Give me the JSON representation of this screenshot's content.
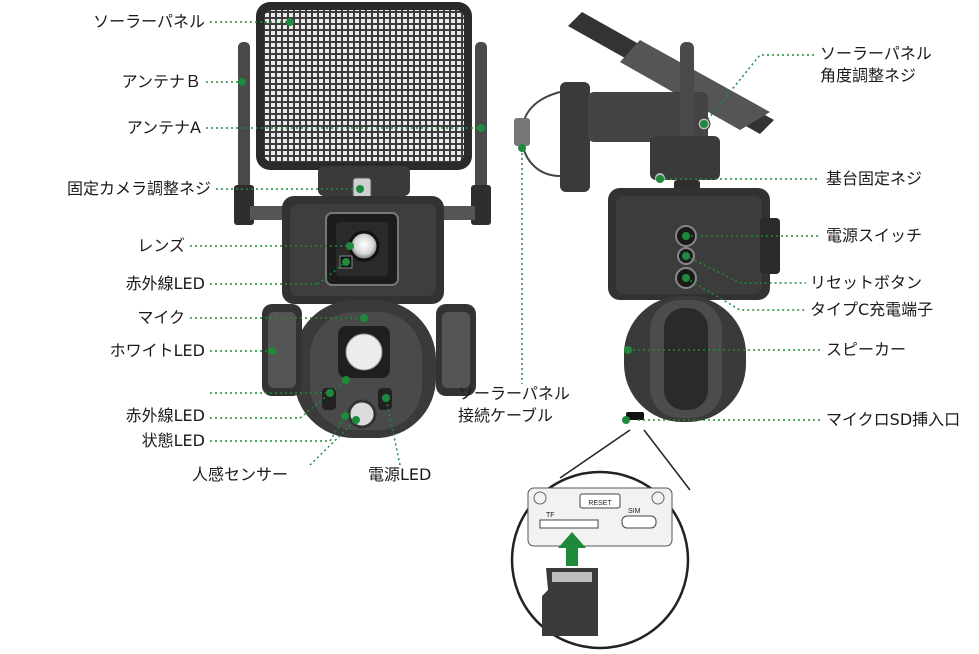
{
  "colors": {
    "leader": "#1e8a3c",
    "body": "#3a3a3a",
    "body_dark": "#1c1c1c",
    "accent": "#1e8a3c"
  },
  "left_labels": [
    "ソーラーパネル",
    "アンテナＢ",
    "アンテナA",
    "固定カメラ調整ネジ",
    "レンズ",
    "赤外線LED",
    "マイク",
    "ホワイトLED",
    "赤外線LED",
    "状態LED"
  ],
  "bottom_labels": {
    "motion_sensor": "人感センサー",
    "power_led": "電源LED"
  },
  "right_labels": {
    "panel_screw_line1": "ソーラーパネル",
    "panel_screw_line2": "角度調整ネジ",
    "base_screw": "基台固定ネジ",
    "power_switch": "電源スイッチ",
    "reset_button": "リセットボタン",
    "type_c": "タイプC充電端子",
    "speaker": "スピーカー",
    "sd_slot": "マイクロSD挿入口"
  },
  "cable_label": {
    "line1": "ソーラーパネル",
    "line2": "接続ケーブル"
  },
  "inset": {
    "reset": "RESET",
    "tf": "TF",
    "sim": "SIM"
  }
}
